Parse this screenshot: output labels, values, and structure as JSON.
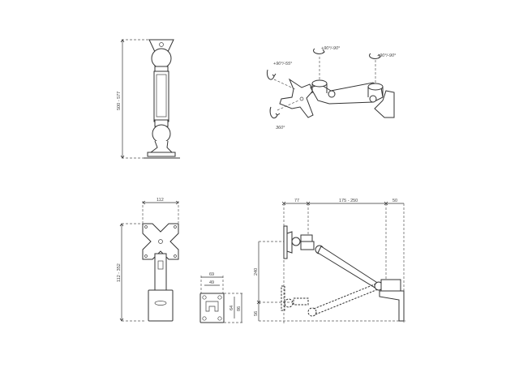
{
  "diagram": {
    "views": {
      "side_view": {
        "height_label": "500 - 577"
      },
      "isometric_view": {
        "rotations": [
          {
            "id": "tilt",
            "label": "+90°/-55°"
          },
          {
            "id": "monitor-rotation",
            "label": "360°"
          },
          {
            "id": "joint-1-swivel",
            "label": "+90°/-90°"
          },
          {
            "id": "joint-2-swivel",
            "label": "+90°/-90°"
          }
        ]
      },
      "front_view": {
        "width_label": "112",
        "height_label": "112 - 352"
      },
      "wall_plate_view": {
        "outer_width_label": "69",
        "inner_width_label": "49",
        "inner_height_label": "64",
        "outer_height_label": "86"
      },
      "reach_view": {
        "offset_label": "77",
        "reach_label": "175 - 250",
        "depth_label": "50",
        "lift_label": "240",
        "low_label": "56"
      }
    },
    "colors": {
      "line": "#333333",
      "background": "#ffffff"
    }
  }
}
